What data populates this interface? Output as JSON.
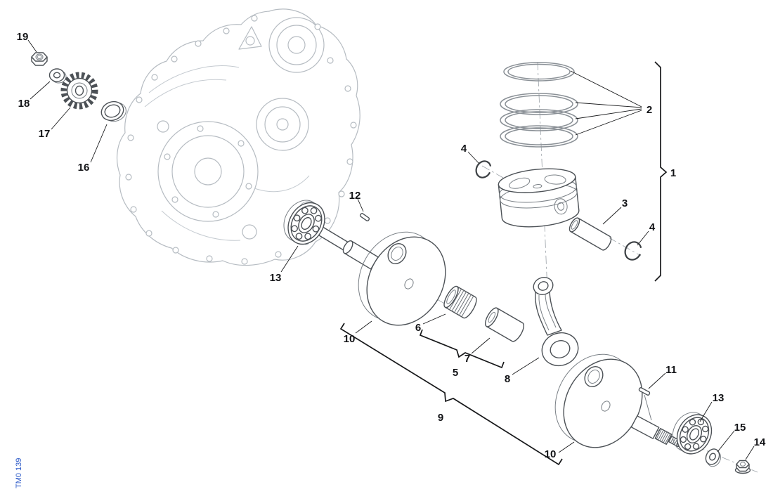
{
  "diagram": {
    "code": "TM0 139",
    "colors": {
      "background": "#ffffff",
      "case_lines": "#b6bcc2",
      "part_lines": "#4c5156",
      "callout_text": "#121316",
      "code_text": "#2b59c8"
    },
    "callouts": [
      {
        "label": "1",
        "target": "piston-assembly"
      },
      {
        "label": "2",
        "target": "piston-rings"
      },
      {
        "label": "3",
        "target": "piston-pin"
      },
      {
        "label": "4",
        "target": "circlip-left"
      },
      {
        "label": "4",
        "target": "circlip-right"
      },
      {
        "label": "5",
        "target": "big-end-kit"
      },
      {
        "label": "6",
        "target": "needle-bearing"
      },
      {
        "label": "7",
        "target": "crank-pin"
      },
      {
        "label": "8",
        "target": "connecting-rod"
      },
      {
        "label": "9",
        "target": "crankshaft-assembly"
      },
      {
        "label": "10",
        "target": "crank-web-left"
      },
      {
        "label": "10",
        "target": "crank-web-right"
      },
      {
        "label": "11",
        "target": "shaft-key"
      },
      {
        "label": "12",
        "target": "woodruff-key"
      },
      {
        "label": "13",
        "target": "main-bearing-left"
      },
      {
        "label": "13",
        "target": "main-bearing-right"
      },
      {
        "label": "14",
        "target": "flange-nut"
      },
      {
        "label": "15",
        "target": "washer-right"
      },
      {
        "label": "16",
        "target": "shim"
      },
      {
        "label": "17",
        "target": "primary-drive-gear"
      },
      {
        "label": "18",
        "target": "washer-left"
      },
      {
        "label": "19",
        "target": "gear-nut"
      }
    ]
  }
}
